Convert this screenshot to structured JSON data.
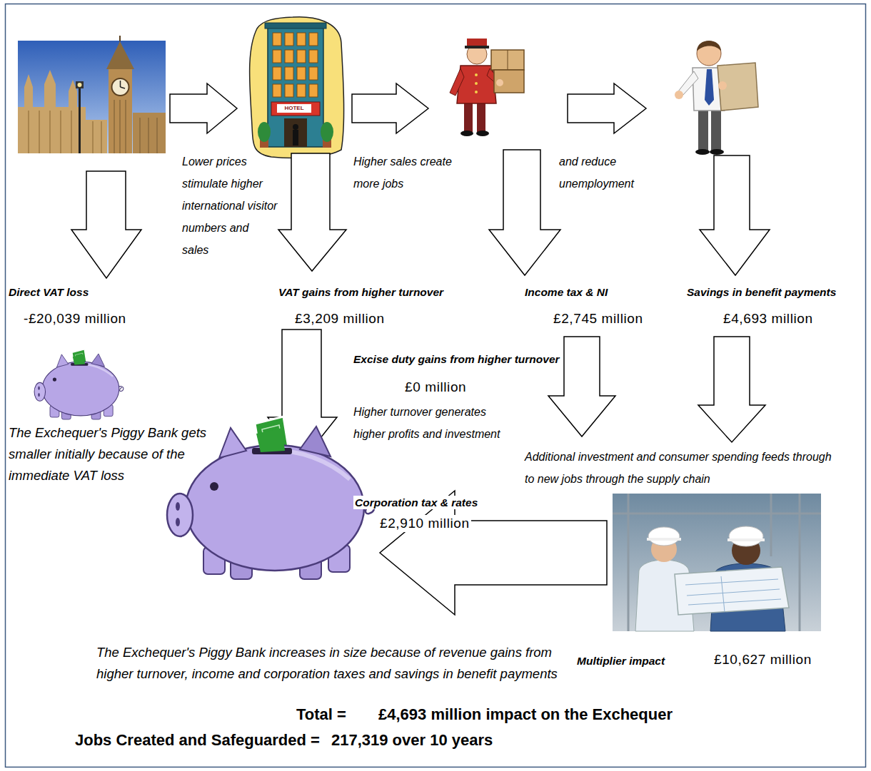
{
  "diagram": {
    "labels": [
      "Lower prices stimulate higher international visitor numbers and sales",
      "Higher sales create more jobs",
      "and reduce unemployment",
      "Direct VAT loss",
      "-£20,039 million",
      "VAT gains from higher turnover",
      "£3,209 million",
      "Income tax & NI",
      "£2,745 million",
      "Savings in benefit payments",
      "£4,693 million",
      "Excise duty gains from higher turnover",
      "£0 million",
      "Higher turnover generates higher profits and investment",
      "Additional investment and consumer spending feeds through to new jobs through the supply chain",
      "The Exchequer's Piggy Bank gets smaller initially because of the immediate VAT loss",
      "Corporation tax & rates",
      "£2,910 million",
      "The Exchequer's Piggy Bank increases in size because of revenue gains from higher turnover, income and corporation taxes and savings in benefit payments",
      "Multiplier impact",
      "£10,627 million",
      "Total =",
      "£4,693 million impact on the Exchequer",
      "Jobs Created and Safeguarded =",
      "217,319 over 10 years",
      "HOTEL"
    ]
  }
}
